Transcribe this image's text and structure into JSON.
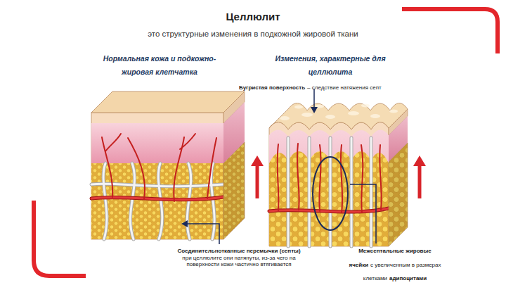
{
  "diagram": {
    "title": "Целлюлит",
    "labels": [
      "это структурные изменения в подкожной жировой ткани",
      "Нормальная кожа и подкожно-жировая клетчатка",
      "Изменения, характерные для целлюлита",
      "Бугристая поверхность",
      "– следствие натяжения септ",
      "Соединительнотканные перемычки (септы)",
      "при целлюлите они натянуты, из-за чего на поверхности кожи частично втягивается",
      "Межсептальные жировые ячейки",
      "с увеличенным в размерах клетками",
      "адипоцитами"
    ]
  }
}
